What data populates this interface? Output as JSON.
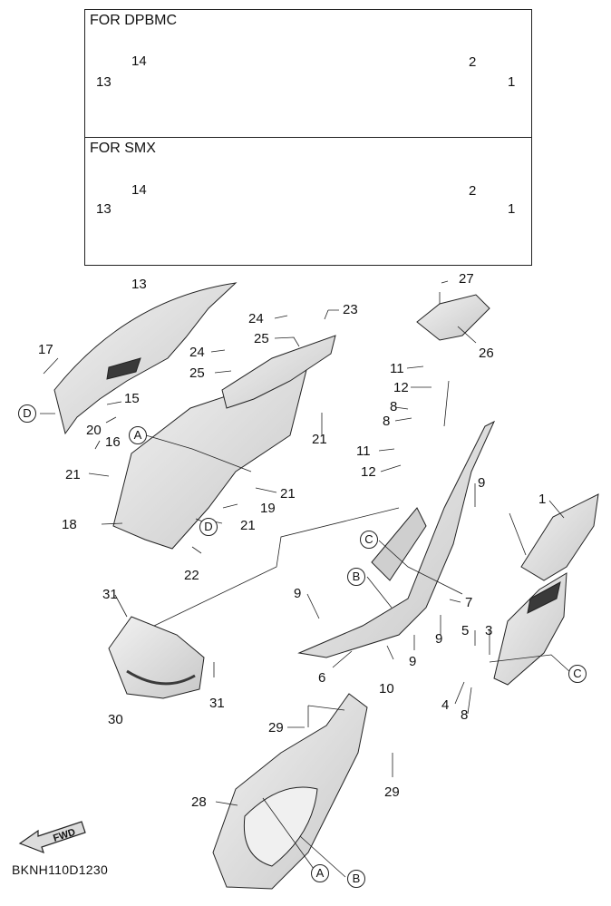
{
  "variants": [
    {
      "title": "FOR DPBMC",
      "left_labels": {
        "group": "13",
        "part": "14"
      },
      "right_labels": {
        "group": "1",
        "part": "2"
      }
    },
    {
      "title": "FOR SMX",
      "left_labels": {
        "group": "13",
        "part": "14"
      },
      "right_labels": {
        "group": "1",
        "part": "2"
      }
    }
  ],
  "callouts": {
    "n27": "27",
    "n26": "26",
    "n24a": "24",
    "n23": "23",
    "n25a": "25",
    "n24b": "24",
    "n25b": "25",
    "n13": "13",
    "n17": "17",
    "n15": "15",
    "n20": "20",
    "n16": "16",
    "n21a": "21",
    "n21b": "21",
    "n21c": "21",
    "n21d": "21",
    "n19": "19",
    "n18": "18",
    "n22": "22",
    "n11a": "11",
    "n12a": "12",
    "n8a": "8",
    "n8b": "8",
    "n11b": "11",
    "n12b": "12",
    "n9a": "9",
    "n1": "1",
    "n7": "7",
    "n9b": "9",
    "n9c": "9",
    "n9d": "9",
    "n6": "6",
    "n10": "10",
    "n5": "5",
    "n3": "3",
    "n4": "4",
    "n8c": "8",
    "n31a": "31",
    "n31b": "31",
    "n30": "30",
    "n29a": "29",
    "n29b": "29",
    "n28": "28"
  },
  "reference_marks": {
    "D1": "D",
    "A1": "A",
    "D2": "D",
    "C1": "C",
    "B1": "B",
    "C2": "C",
    "A2": "A",
    "B2": "B"
  },
  "fwd_label": "FWD",
  "diagram_code": "BKNH110D1230",
  "colors": {
    "line": "#222222",
    "part_fill": "#e6e6e6",
    "part_shade": "#cfcfcf",
    "stripe": "#3a3a3a"
  }
}
